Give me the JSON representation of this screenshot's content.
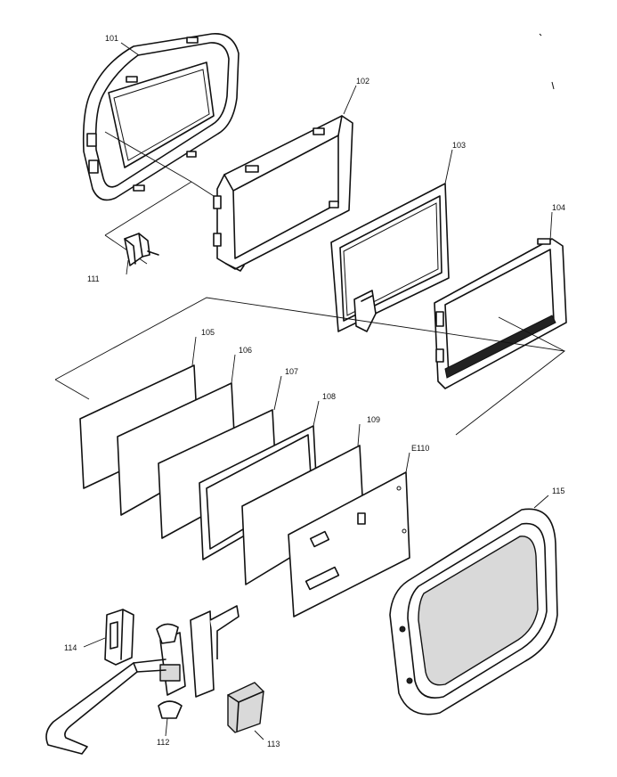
{
  "parts": [
    {
      "key": "p101",
      "label": "101"
    },
    {
      "key": "p102",
      "label": "102"
    },
    {
      "key": "p103",
      "label": "103"
    },
    {
      "key": "p104",
      "label": "104"
    },
    {
      "key": "p105",
      "label": "105"
    },
    {
      "key": "p106",
      "label": "106"
    },
    {
      "key": "p107",
      "label": "107"
    },
    {
      "key": "p108",
      "label": "108"
    },
    {
      "key": "p109",
      "label": "109"
    },
    {
      "key": "p110",
      "label": "E110"
    },
    {
      "key": "p111",
      "label": "111"
    },
    {
      "key": "p112",
      "label": "112"
    },
    {
      "key": "p113",
      "label": "113"
    },
    {
      "key": "p114",
      "label": "114"
    },
    {
      "key": "p115",
      "label": "115"
    }
  ]
}
